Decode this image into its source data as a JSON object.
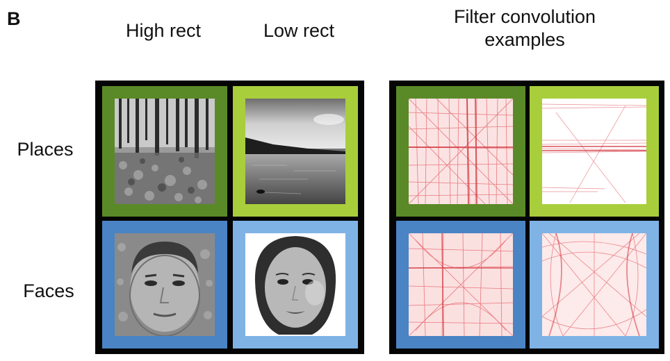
{
  "panel_label": "B",
  "columns": {
    "high_rect": "High rect",
    "low_rect": "Low rect",
    "filter_line1": "Filter convolution",
    "filter_line2": "examples"
  },
  "rows": {
    "places": "Places",
    "faces": "Faces"
  },
  "colors": {
    "places_high": "#5a8a27",
    "places_low": "#a8ce3b",
    "faces_high": "#4a84c4",
    "faces_low": "#7fb3e6",
    "filter_stroke": "#d9202b",
    "grid_background": "#050505"
  }
}
